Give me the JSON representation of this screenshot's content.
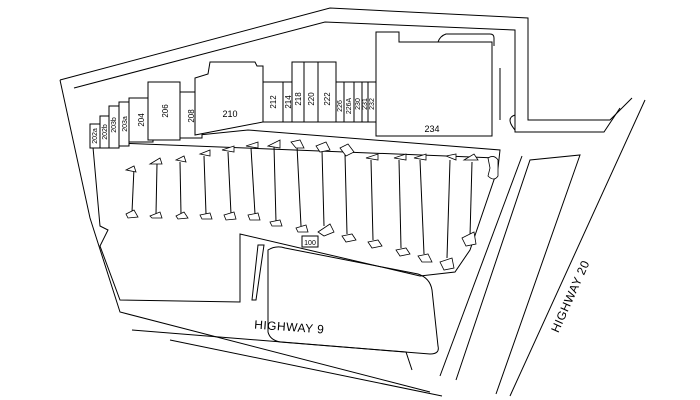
{
  "plan": {
    "roads": [
      {
        "id": "highway-9",
        "label": "HIGHWAY 9"
      },
      {
        "id": "highway-20",
        "label": "HIGHWAY 20"
      }
    ],
    "units": [
      {
        "id": "202a",
        "label": "202a"
      },
      {
        "id": "202b",
        "label": "202b"
      },
      {
        "id": "203b",
        "label": "203b"
      },
      {
        "id": "203a",
        "label": "203a"
      },
      {
        "id": "204",
        "label": "204"
      },
      {
        "id": "206",
        "label": "206"
      },
      {
        "id": "208",
        "label": "208"
      },
      {
        "id": "210",
        "label": "210"
      },
      {
        "id": "212",
        "label": "212"
      },
      {
        "id": "214",
        "label": "214"
      },
      {
        "id": "218",
        "label": "218"
      },
      {
        "id": "220",
        "label": "220"
      },
      {
        "id": "222",
        "label": "222"
      },
      {
        "id": "226",
        "label": "226"
      },
      {
        "id": "226a",
        "label": "226A"
      },
      {
        "id": "230",
        "label": "230"
      },
      {
        "id": "231",
        "label": "231"
      },
      {
        "id": "232",
        "label": "232"
      },
      {
        "id": "234",
        "label": "234"
      }
    ],
    "pad": {
      "id": "100",
      "label": "100"
    }
  }
}
